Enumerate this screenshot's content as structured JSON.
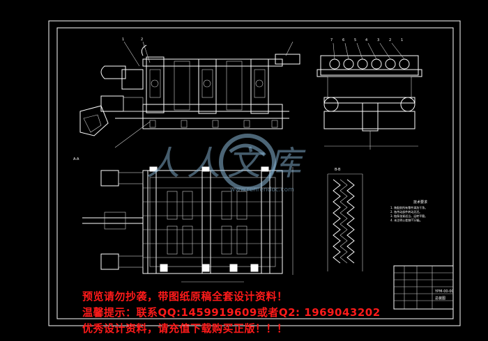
{
  "drawing": {
    "balloons_top_left": [
      "1",
      "2"
    ],
    "balloons_top_right": [
      "7",
      "6",
      "5",
      "4",
      "3",
      "2",
      "1"
    ],
    "section_label_left": "A-A",
    "section_label_right": "B-B",
    "tech_notes": {
      "title": "技术要求",
      "lines": [
        "1. 装配前所有零件清洗干净。",
        "2. 各传动部件转动灵活。",
        "3. 链条张紧适当，运转平稳。",
        "4. 未注明公差按IT12级。"
      ]
    },
    "title_block": {
      "drawing_no": "YPM-00-00",
      "name": "总装图"
    }
  },
  "watermark": {
    "brand": "人人文库",
    "url": "www.renrendoc.com"
  },
  "warnings": {
    "line1": "预览请勿抄袭，带图纸原稿全套设计资料！",
    "line2": "温馨提示：联系QQ:1459919609或者Q2: 1969043202",
    "line3": "优秀设计资料，请充值下载购买正版！！！"
  },
  "colors": {
    "background": "#000000",
    "lines": "#ffffff",
    "warning": "#ff1a1a",
    "watermark": "#8ab8d8"
  }
}
